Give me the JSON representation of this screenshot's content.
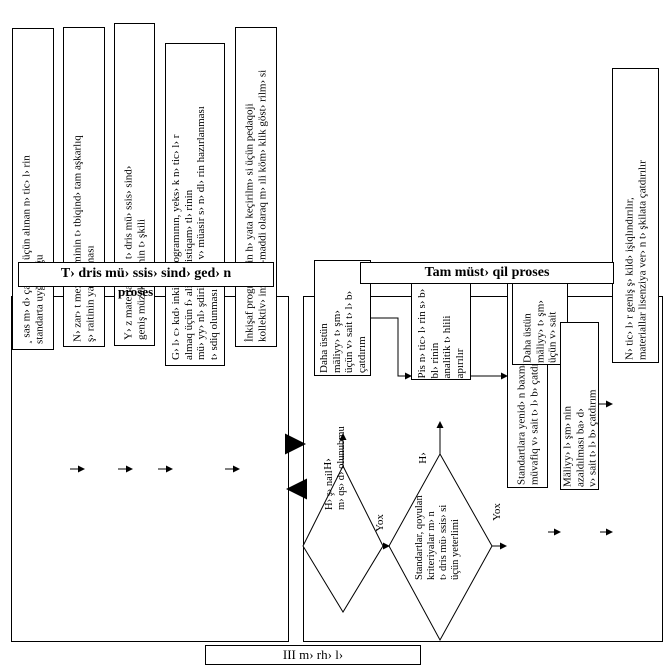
{
  "headers": {
    "teacher_process": "T› dris mü› ssis› sind› ged› n",
    "teacher_process_2": "proses",
    "independent_process": "Tam müst› qil proses",
    "stage": "III m› rh› l›"
  },
  "left_boxes": [
    "¸ sas m› d› çatmaq üçün alınan n› tic› l› rin\nstandarta uyğunluğu",
    "N› zar› t mexanizminin t› tbiqind› tam aşkarlıq\nş› raitinin yaradılması",
    "Y› z materialların t› dris mü› ssis› sind›\ngeniş müzakir› sinin t› şkili",
    "G› l› c› kıd› inkişaf programının, yeks› k n› tic› l› r\nalmaq                 üçün     f› aliyy› t          istiqam› tl› rinin\nmü› yy› nl› şdirilm› si v›  müasir s› n› dl› rin hazırlanması\nt› sdiq olunması",
    "İnkişaf programinin h› yata keçirilm› si üçün pedaqoji\nkollektiv›  inzibati-maddi olaraq m› ıli köm› klik göst› rilm› si"
  ],
  "right_boxes": {
    "quality_cert": "Daha üstün\nmäliyy› t› şm›\nüçün v› sait t› l› b›\nçatdırım",
    "analytic": "Pis n› tic› l› rin s› b› bl› rinin\nanalitik t› hlili apırılır",
    "standards_conf": "Standartlara yenid› n baxma\nmüvafiq v› sait t› l› b› çatdırım",
    "budget": "Daha üstün\nmäliyy› t› şm›\nüçün v› sait",
    "finance": "Mäliyy› l› şm› nin\nazaldılması ba› d›\nv› sait t› l› b› çatdırım",
    "licensing": "N› tic› l› r geniş ş› kild› işiqlındırılır,\nmateriallar lisenziya ver› n t› şkilata çatdırılır"
  },
  "decisions": {
    "d1": "H› ş›  nail\nm› qs› d› olunubmu",
    "d2": "Standartlar, qoyulan\nkriteriyalar m› n\nt› dris mü› ssis› si\nüçün yeterlimi"
  },
  "labels": {
    "yes1": "H›",
    "no1": "Yox",
    "yes2": "H›",
    "no2": "Yox"
  }
}
